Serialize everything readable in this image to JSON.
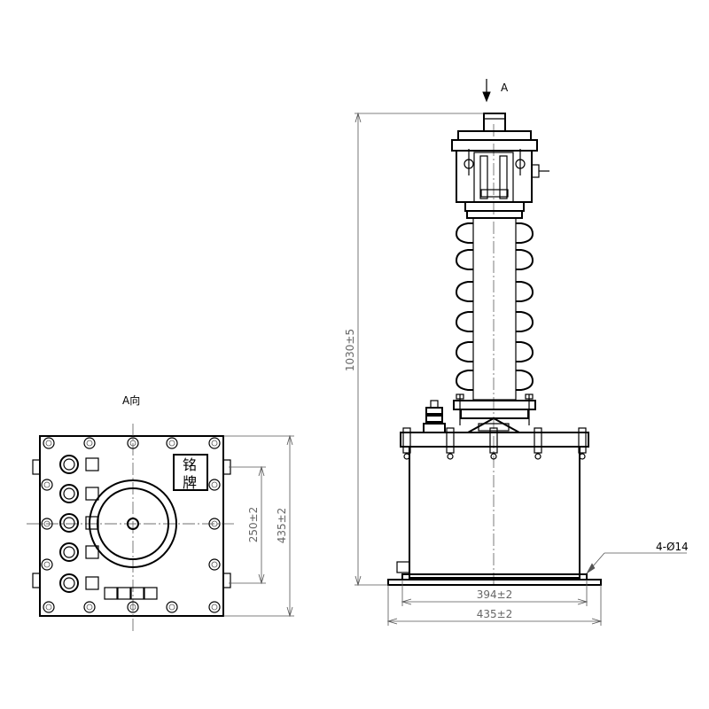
{
  "top_view": {
    "title": "A向",
    "nameplate": [
      "铭",
      "牌"
    ],
    "dim_vertical_inner": "250±2",
    "dim_vertical_outer": "435±2"
  },
  "front_view": {
    "view_arrow_label": "A",
    "dim_height": "1030±5",
    "dim_base_inner": "394±2",
    "dim_base_outer": "435±2",
    "hole_callout": "4-Ø14"
  }
}
